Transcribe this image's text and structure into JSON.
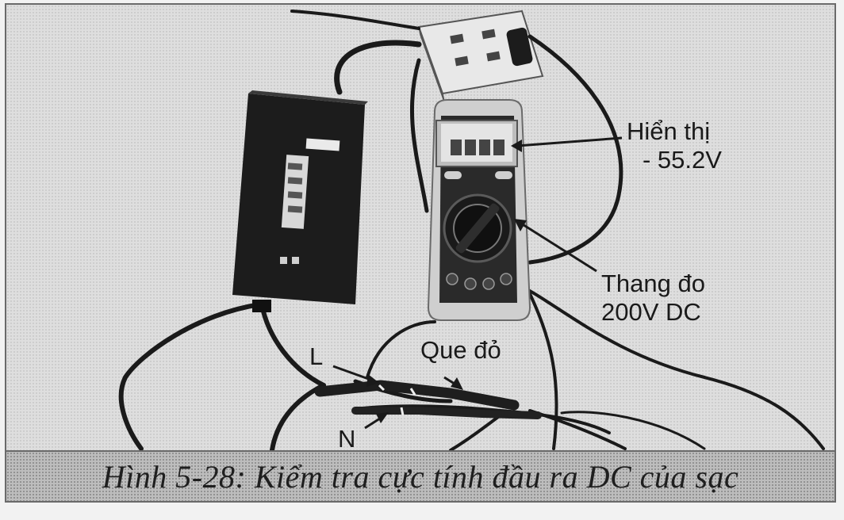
{
  "figure": {
    "caption": "Hình 5-28: Kiểm tra cực tính đầu ra DC của sạc"
  },
  "labels": {
    "display_line1": "Hiển thị",
    "display_line2": "- 55.2V",
    "range_line1": "Thang đo",
    "range_line2": "200V DC",
    "red_probe": "Que đỏ",
    "terminal_l": "L",
    "terminal_n": "N"
  },
  "icons": {
    "charger": "charger-box-icon",
    "multimeter": "multimeter-icon",
    "power_strip": "power-strip-icon"
  },
  "colors": {
    "photo_background": "#dcdcdc",
    "caption_background": "#bdbdbd",
    "dark_device": "#1c1c1c"
  }
}
